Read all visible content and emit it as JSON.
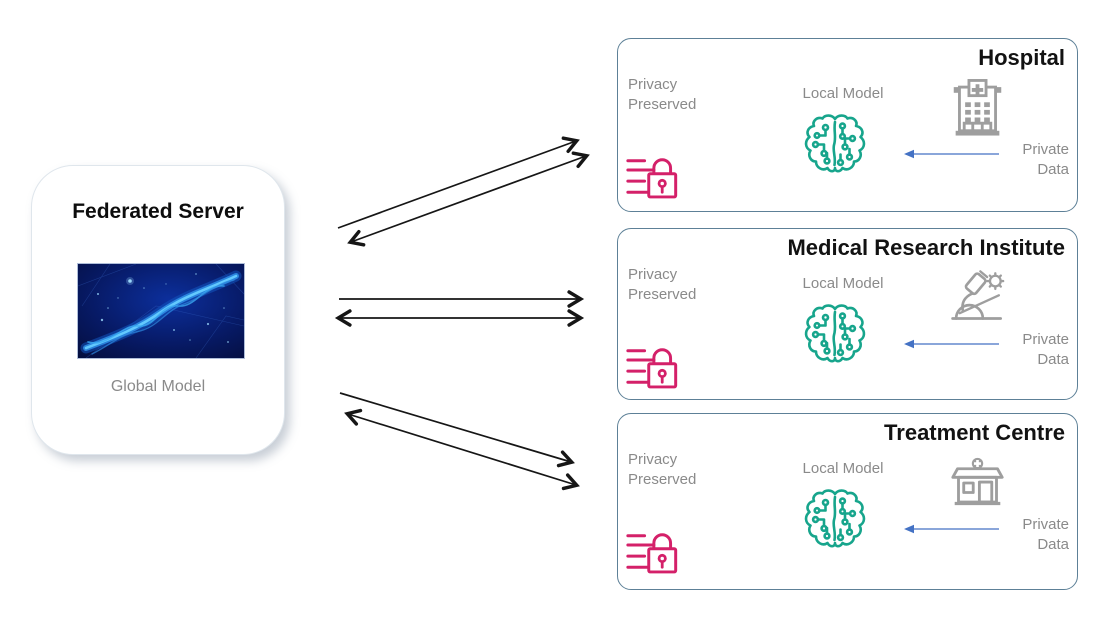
{
  "colors": {
    "privacy_pink": "#d42069",
    "model_teal": "#17a58c",
    "institution_gray": "#9e9e9e",
    "label_gray": "#8a8a8a",
    "data_arrow_blue": "#4472c4",
    "exchange_arrow_black": "#161616",
    "client_border_blue_gray": "#5d8097"
  },
  "server": {
    "title": "Federated Server",
    "caption": "Global Model",
    "image": "blue-network-strands-image"
  },
  "clients": [
    {
      "title": "Hospital",
      "privacy_label": "Privacy Preserved",
      "local_model_label": "Local Model",
      "private_data_label": "Private Data",
      "privacy_icon": "privacy-lock-icon",
      "model_icon": "circuit-brain-icon",
      "institution_icon": "hospital-building-icon",
      "data_arrow_icon": "private-data-arrow"
    },
    {
      "title": "Medical Research Institute",
      "privacy_label": "Privacy Preserved",
      "local_model_label": "Local Model",
      "private_data_label": "Private Data",
      "privacy_icon": "privacy-lock-icon",
      "model_icon": "circuit-brain-icon",
      "institution_icon": "microscope-virus-icon",
      "data_arrow_icon": "private-data-arrow"
    },
    {
      "title": "Treatment Centre",
      "privacy_label": "Privacy Preserved",
      "local_model_label": "Local Model",
      "private_data_label": "Private Data",
      "privacy_icon": "privacy-lock-icon",
      "model_icon": "circuit-brain-icon",
      "institution_icon": "clinic-building-icon",
      "data_arrow_icon": "private-data-arrow"
    }
  ]
}
